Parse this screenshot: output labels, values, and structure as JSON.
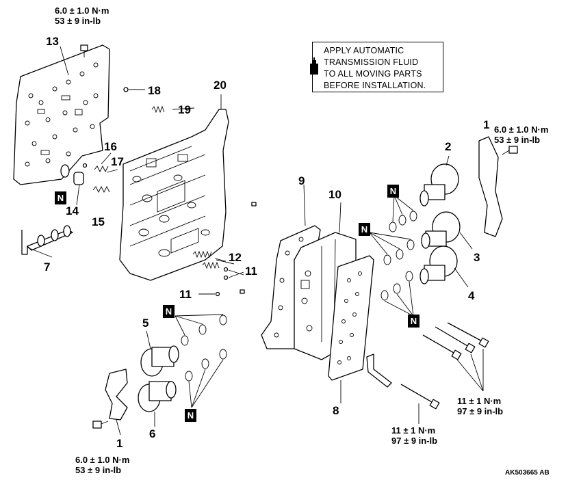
{
  "notice": {
    "line1": "APPLY AUTOMATIC",
    "line2": "TRANSMISSION FLUID",
    "line3": "TO ALL MOVING PARTS",
    "line4": "BEFORE INSTALLATION."
  },
  "callouts": {
    "c1a": "1",
    "c1b": "1",
    "c2": "2",
    "c3": "3",
    "c4": "4",
    "c5": "5",
    "c6": "6",
    "c7": "7",
    "c8": "8",
    "c9": "9",
    "c10": "10",
    "c11a": "11",
    "c11b": "11",
    "c12": "12",
    "c13": "13",
    "c14": "14",
    "c15": "15",
    "c16": "16",
    "c17": "17",
    "c18": "18",
    "c19": "19",
    "c20": "20"
  },
  "torque": {
    "t13_nm": "6.0 ± 1.0 N·m",
    "t13_inlb": "53 ± 9 in-lb",
    "t1r_nm": "6.0 ± 1.0 N·m",
    "t1r_inlb": "53 ± 9 in-lb",
    "t1l_nm": "6.0 ± 1.0 N·m",
    "t1l_inlb": "53 ± 9 in-lb",
    "t11a_nm": "11 ± 1 N·m",
    "t11a_inlb": "97 ± 9 in-lb",
    "t11b_nm": "11 ± 1 N·m",
    "t11b_inlb": "97 ± 9 in-lb"
  },
  "n_symbol": "N",
  "figure_code": "AK503665 AB"
}
